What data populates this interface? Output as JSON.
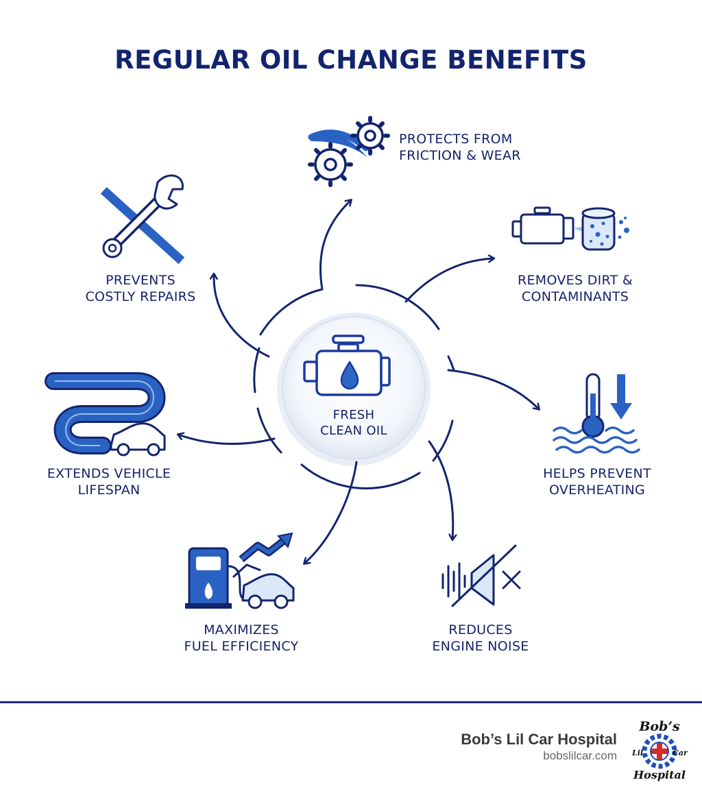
{
  "title": "REGULAR OIL CHANGE BENEFITS",
  "center": {
    "line1": "FRESH",
    "line2": "CLEAN OIL"
  },
  "benefits": {
    "friction": {
      "line1": "PROTECTS FROM",
      "line2": "FRICTION & WEAR",
      "icon": "gears-icon"
    },
    "dirt": {
      "line1": "REMOVES DIRT &",
      "line2": "CONTAMINANTS",
      "icon": "engine-filter-icon"
    },
    "overheating": {
      "line1": "HELPS PREVENT",
      "line2": "OVERHEATING",
      "icon": "thermometer-icon"
    },
    "noise": {
      "line1": "REDUCES",
      "line2": "ENGINE NOISE",
      "icon": "muted-speaker-icon"
    },
    "fuel": {
      "line1": "MAXIMIZES",
      "line2": "FUEL EFFICIENCY",
      "icon": "fuel-pump-icon"
    },
    "lifespan": {
      "line1": "EXTENDS VEHICLE",
      "line2": "LIFESPAN",
      "icon": "road-car-icon"
    },
    "repairs": {
      "line1": "PREVENTS",
      "line2": "COSTLY REPAIRS",
      "icon": "wrench-icon"
    }
  },
  "footer": {
    "brand": "Bob’s Lil Car Hospital",
    "url": "bobslilcar.com",
    "logo_top": "Bob’s",
    "logo_left": "Lil",
    "logo_right": "Car",
    "logo_bottom": "Hospital"
  },
  "colors": {
    "navy": "#13246e",
    "blue": "#1f5fbf",
    "light_blue": "#dbe8f8",
    "footer_rule": "#1a2a8a"
  }
}
